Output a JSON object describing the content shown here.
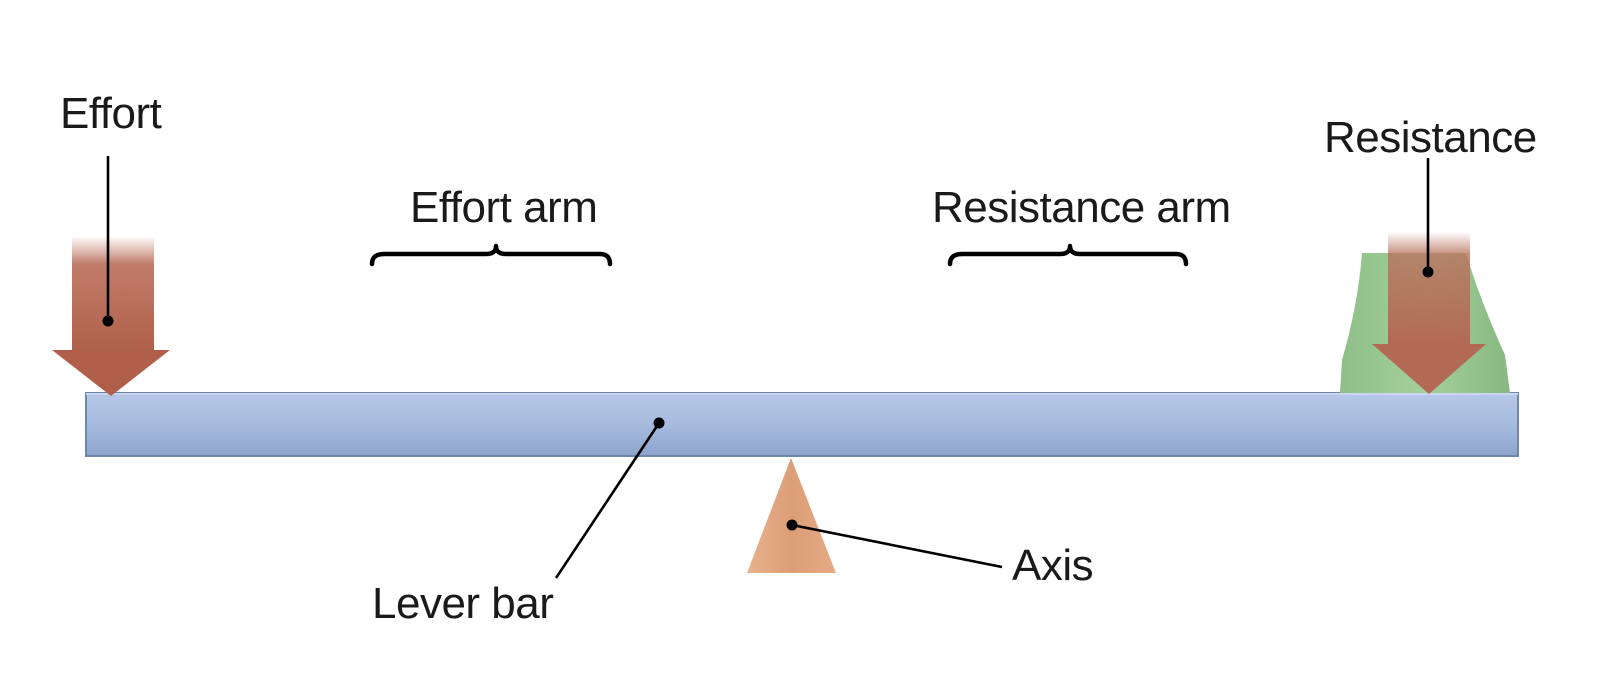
{
  "labels": {
    "effort": "Effort",
    "resistance": "Resistance",
    "effort_arm": "Effort arm",
    "resistance_arm": "Resistance arm",
    "lever_bar": "Lever bar",
    "axis": "Axis"
  },
  "colors": {
    "lever_bar": "#a9bde0",
    "lever_bar_edge": "#6f86ad",
    "effort_arrow": "#b5654f",
    "resistance_arrow": "#b8735e",
    "weight": "#93c28d",
    "fulcrum": "#e2a57e"
  }
}
